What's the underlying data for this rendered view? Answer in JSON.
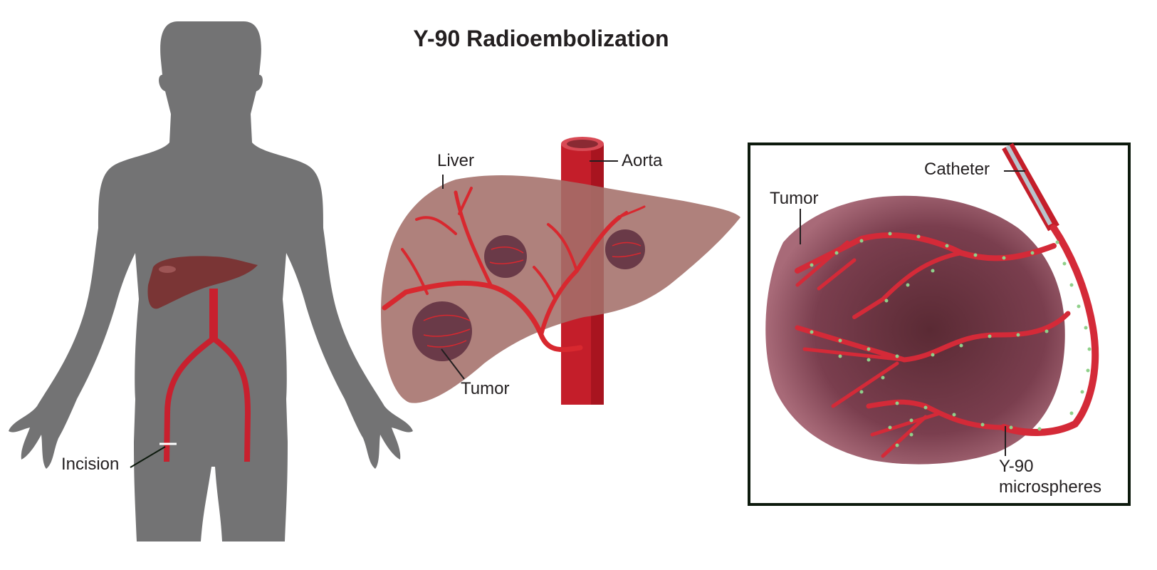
{
  "title": "Y-90 Radioembolization",
  "panels": {
    "body": {
      "labels": {
        "incision": "Incision"
      },
      "colors": {
        "silhouette": "#737374",
        "liver": "#7a3535",
        "artery": "#c8202e",
        "incision_mark": "#ffffff"
      }
    },
    "liver": {
      "labels": {
        "liver": "Liver",
        "aorta": "Aorta",
        "tumor": "Tumor"
      },
      "colors": {
        "liver": "#a4706a",
        "aorta": "#c41e2a",
        "vessel": "#d8282f",
        "tumor": "#6a3a48"
      }
    },
    "inset": {
      "labels": {
        "catheter": "Catheter",
        "tumor": "Tumor",
        "microspheres_line1": "Y-90",
        "microspheres_line2": "microspheres"
      },
      "colors": {
        "border": "#0d1a0d",
        "tumor": "#7a3e4e",
        "vessel": "#d42a38",
        "microsphere": "#8fd08a",
        "catheter": "#b8c4cc"
      }
    }
  }
}
